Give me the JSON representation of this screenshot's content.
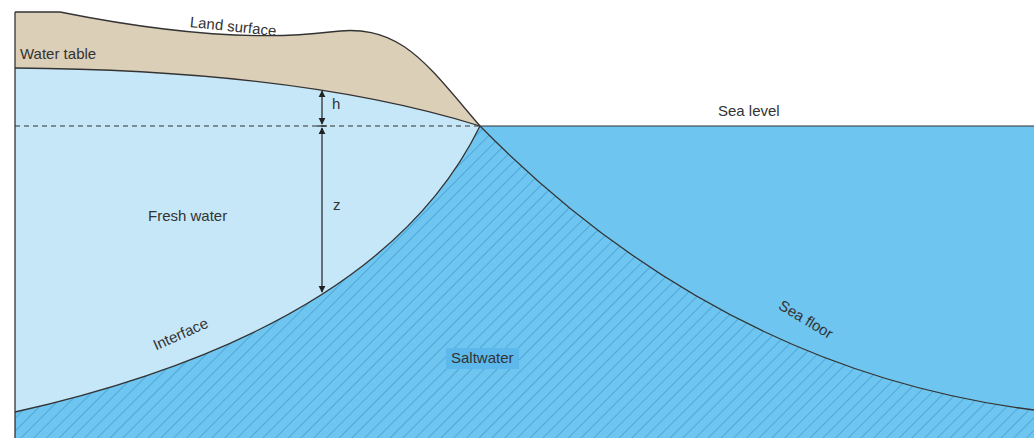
{
  "diagram": {
    "labels": [
      "Land surface",
      "Water table",
      "h",
      "Sea level",
      "z",
      "Fresh water",
      "Interface",
      "Saltwater",
      "Sea floor"
    ]
  }
}
